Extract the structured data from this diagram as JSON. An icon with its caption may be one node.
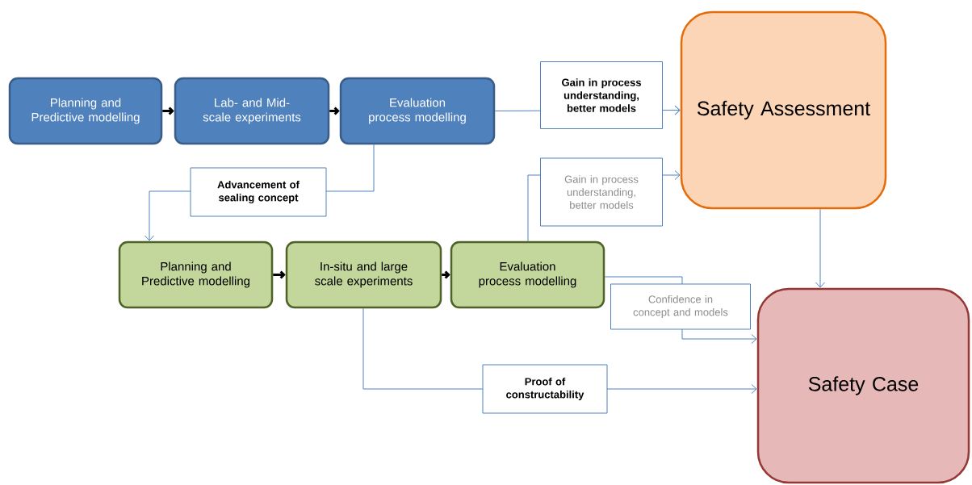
{
  "diagram": {
    "nodes": [
      {
        "text": [
          "Planning and Predictive modelling"
        ]
      },
      {
        "text": [
          "Lab- and Mid-scale experiments"
        ]
      },
      {
        "text": [
          "Evaluation process modelling"
        ]
      },
      {
        "text": [
          "Safety Assessment"
        ]
      },
      {
        "text": [
          "Planning and Predictive modelling"
        ]
      },
      {
        "text": [
          "In-situ and large scale experiments"
        ]
      },
      {
        "text": [
          "Evaluation process modelling"
        ]
      },
      {
        "text": [
          "Safety Case"
        ]
      }
    ],
    "edges": [
      {
        "from": 0,
        "to": 1,
        "arrow": "to",
        "style": "thick",
        "color": "#000000"
      },
      {
        "from": 1,
        "to": 2,
        "arrow": "to",
        "style": "thick",
        "color": "#000000"
      },
      {
        "from": 2,
        "to": 3,
        "arrow": "to",
        "label": "Gain in process understanding, better models"
      },
      {
        "from": 2,
        "to": 4,
        "arrow": "to",
        "label": "Advancement of sealing concept"
      },
      {
        "from": 4,
        "to": 5,
        "arrow": "to",
        "style": "thick",
        "color": "#000000"
      },
      {
        "from": 5,
        "to": 6,
        "arrow": "to",
        "style": "thick",
        "color": "#000000"
      },
      {
        "from": 6,
        "to": 3,
        "arrow": "to",
        "label": "Gain in process understanding, better models"
      },
      {
        "from": 6,
        "to": 7,
        "arrow": "to",
        "label": "Confidence in concept and models"
      },
      {
        "from": 5,
        "to": 7,
        "arrow": "to",
        "label": "Proof of constructability"
      },
      {
        "from": 3,
        "to": 7,
        "arrow": "to"
      }
    ]
  }
}
